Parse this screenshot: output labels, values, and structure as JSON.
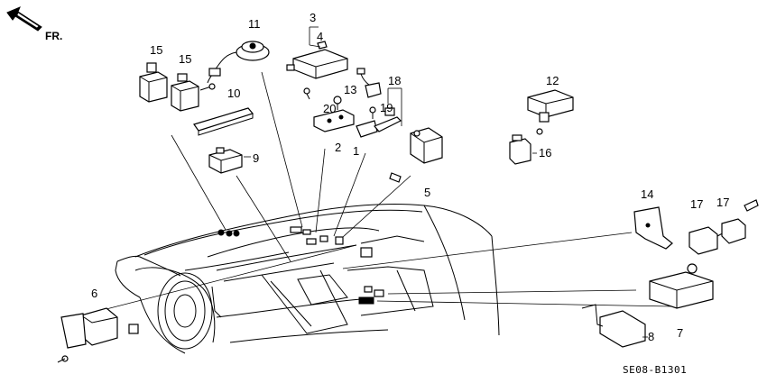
{
  "direction_label": "FR.",
  "diagram_code": "SE08-B1301",
  "callouts": {
    "c1": "1",
    "c2": "2",
    "c3": "3",
    "c4": "4",
    "c5": "5",
    "c6": "6",
    "c7": "7",
    "c8": "8",
    "c9": "9",
    "c10": "10",
    "c11": "11",
    "c12": "12",
    "c13": "13",
    "c14": "14",
    "c15a": "15",
    "c15b": "15",
    "c16": "16",
    "c17a": "17",
    "c17b": "17",
    "c18": "18",
    "c19": "19",
    "c20": "20"
  }
}
